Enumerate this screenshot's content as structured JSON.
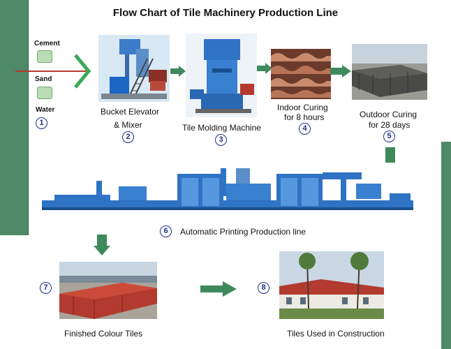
{
  "title": "Flow Chart of Tile Machinery Production Line",
  "inputs": {
    "cement": "Cement",
    "sand": "Sand",
    "water": "Water",
    "num": "1"
  },
  "steps": [
    {
      "num": "2",
      "label_line1": "Bucket Elevator",
      "label_line2": "& Mixer"
    },
    {
      "num": "3",
      "label": "Tile Molding Machine"
    },
    {
      "num": "4",
      "label_line1": "Indoor Curing",
      "label_line2": "for 8 hours"
    },
    {
      "num": "5",
      "label_line1": "Outdoor Curing",
      "label_line2": "for 28 days"
    },
    {
      "num": "6",
      "label": "Automatic Printing Production line"
    },
    {
      "num": "7",
      "label": "Finished Colour Tiles"
    },
    {
      "num": "8",
      "label": "Tiles Used in Construction"
    }
  ],
  "colors": {
    "arrow": "#3f8a5c",
    "number_ring": "#1d2f8a",
    "sidebar": "#4e8a67",
    "machine_blue": "#2f73c4"
  },
  "icons": {
    "input_piece": "puzzle-piece-icon",
    "flow_arrow": "arrow-right-icon"
  }
}
